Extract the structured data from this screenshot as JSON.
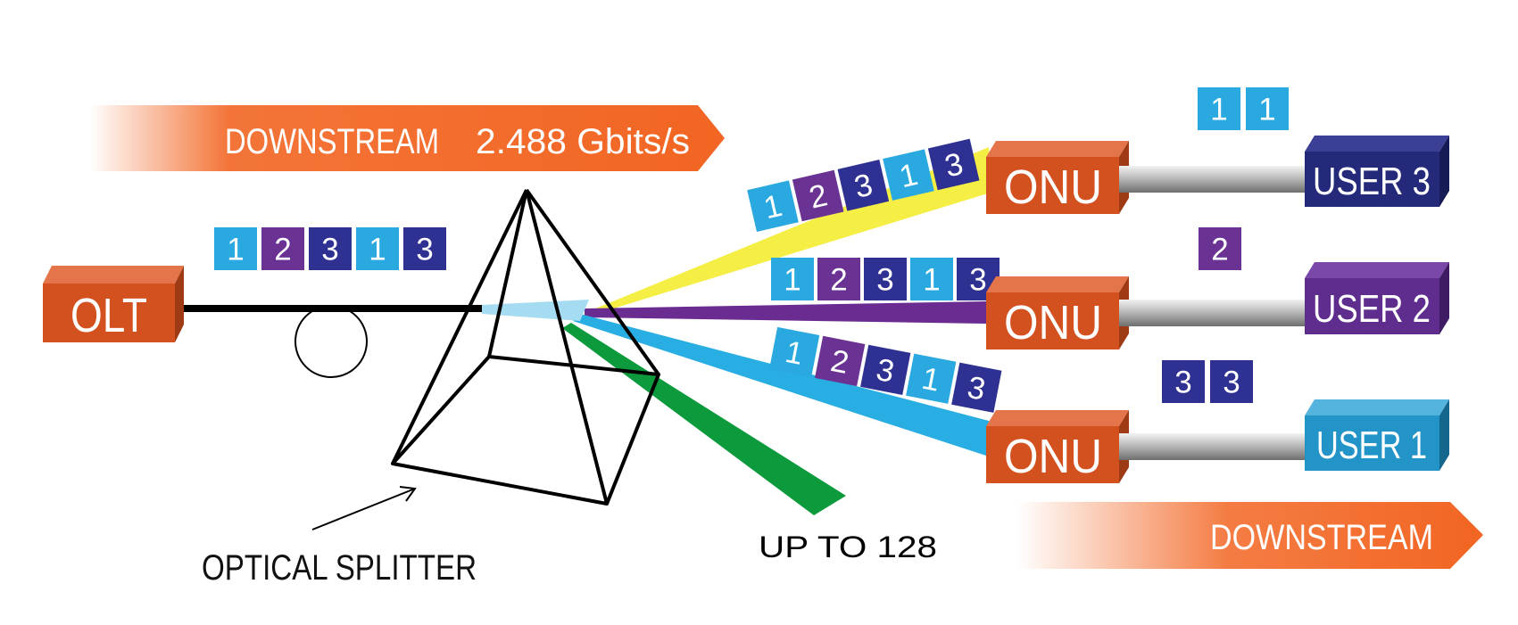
{
  "diagram": {
    "banner_top": {
      "label": "DOWNSTREAM",
      "rate": "2.488 Gbits/s"
    },
    "banner_bottom": {
      "label": "DOWNSTREAM"
    },
    "olt": {
      "label": "OLT"
    },
    "splitter": {
      "label": "OPTICAL SPLITTER"
    },
    "split_note": "UP TO 128",
    "fiber_packets": [
      "1",
      "2",
      "3",
      "1",
      "3"
    ],
    "onus": [
      {
        "label": "ONU",
        "packets": [
          "1",
          "2",
          "3",
          "1",
          "3"
        ],
        "beam_color": "#f4ee45"
      },
      {
        "label": "ONU",
        "packets": [
          "1",
          "2",
          "3",
          "1",
          "3"
        ],
        "beam_color": "#6a2c91"
      },
      {
        "label": "ONU",
        "packets": [
          "1",
          "2",
          "3",
          "1",
          "3"
        ],
        "beam_color": "#29aee3"
      }
    ],
    "users": [
      {
        "label": "USER 3",
        "packets": [
          "1",
          "1"
        ],
        "color": "#25297a"
      },
      {
        "label": "USER 2",
        "packets": [
          "2"
        ],
        "color": "#5e2d8e"
      },
      {
        "label": "USER 1",
        "packets": [
          "3",
          "3"
        ],
        "color": "#2294c8"
      }
    ],
    "colors": {
      "orange": "#f26522",
      "box_orange": "#d3501f",
      "packet_1": "#29a9e0",
      "packet_2": "#6a3393",
      "packet_3": "#2e3192",
      "green_beam": "#0c9a3c"
    }
  }
}
